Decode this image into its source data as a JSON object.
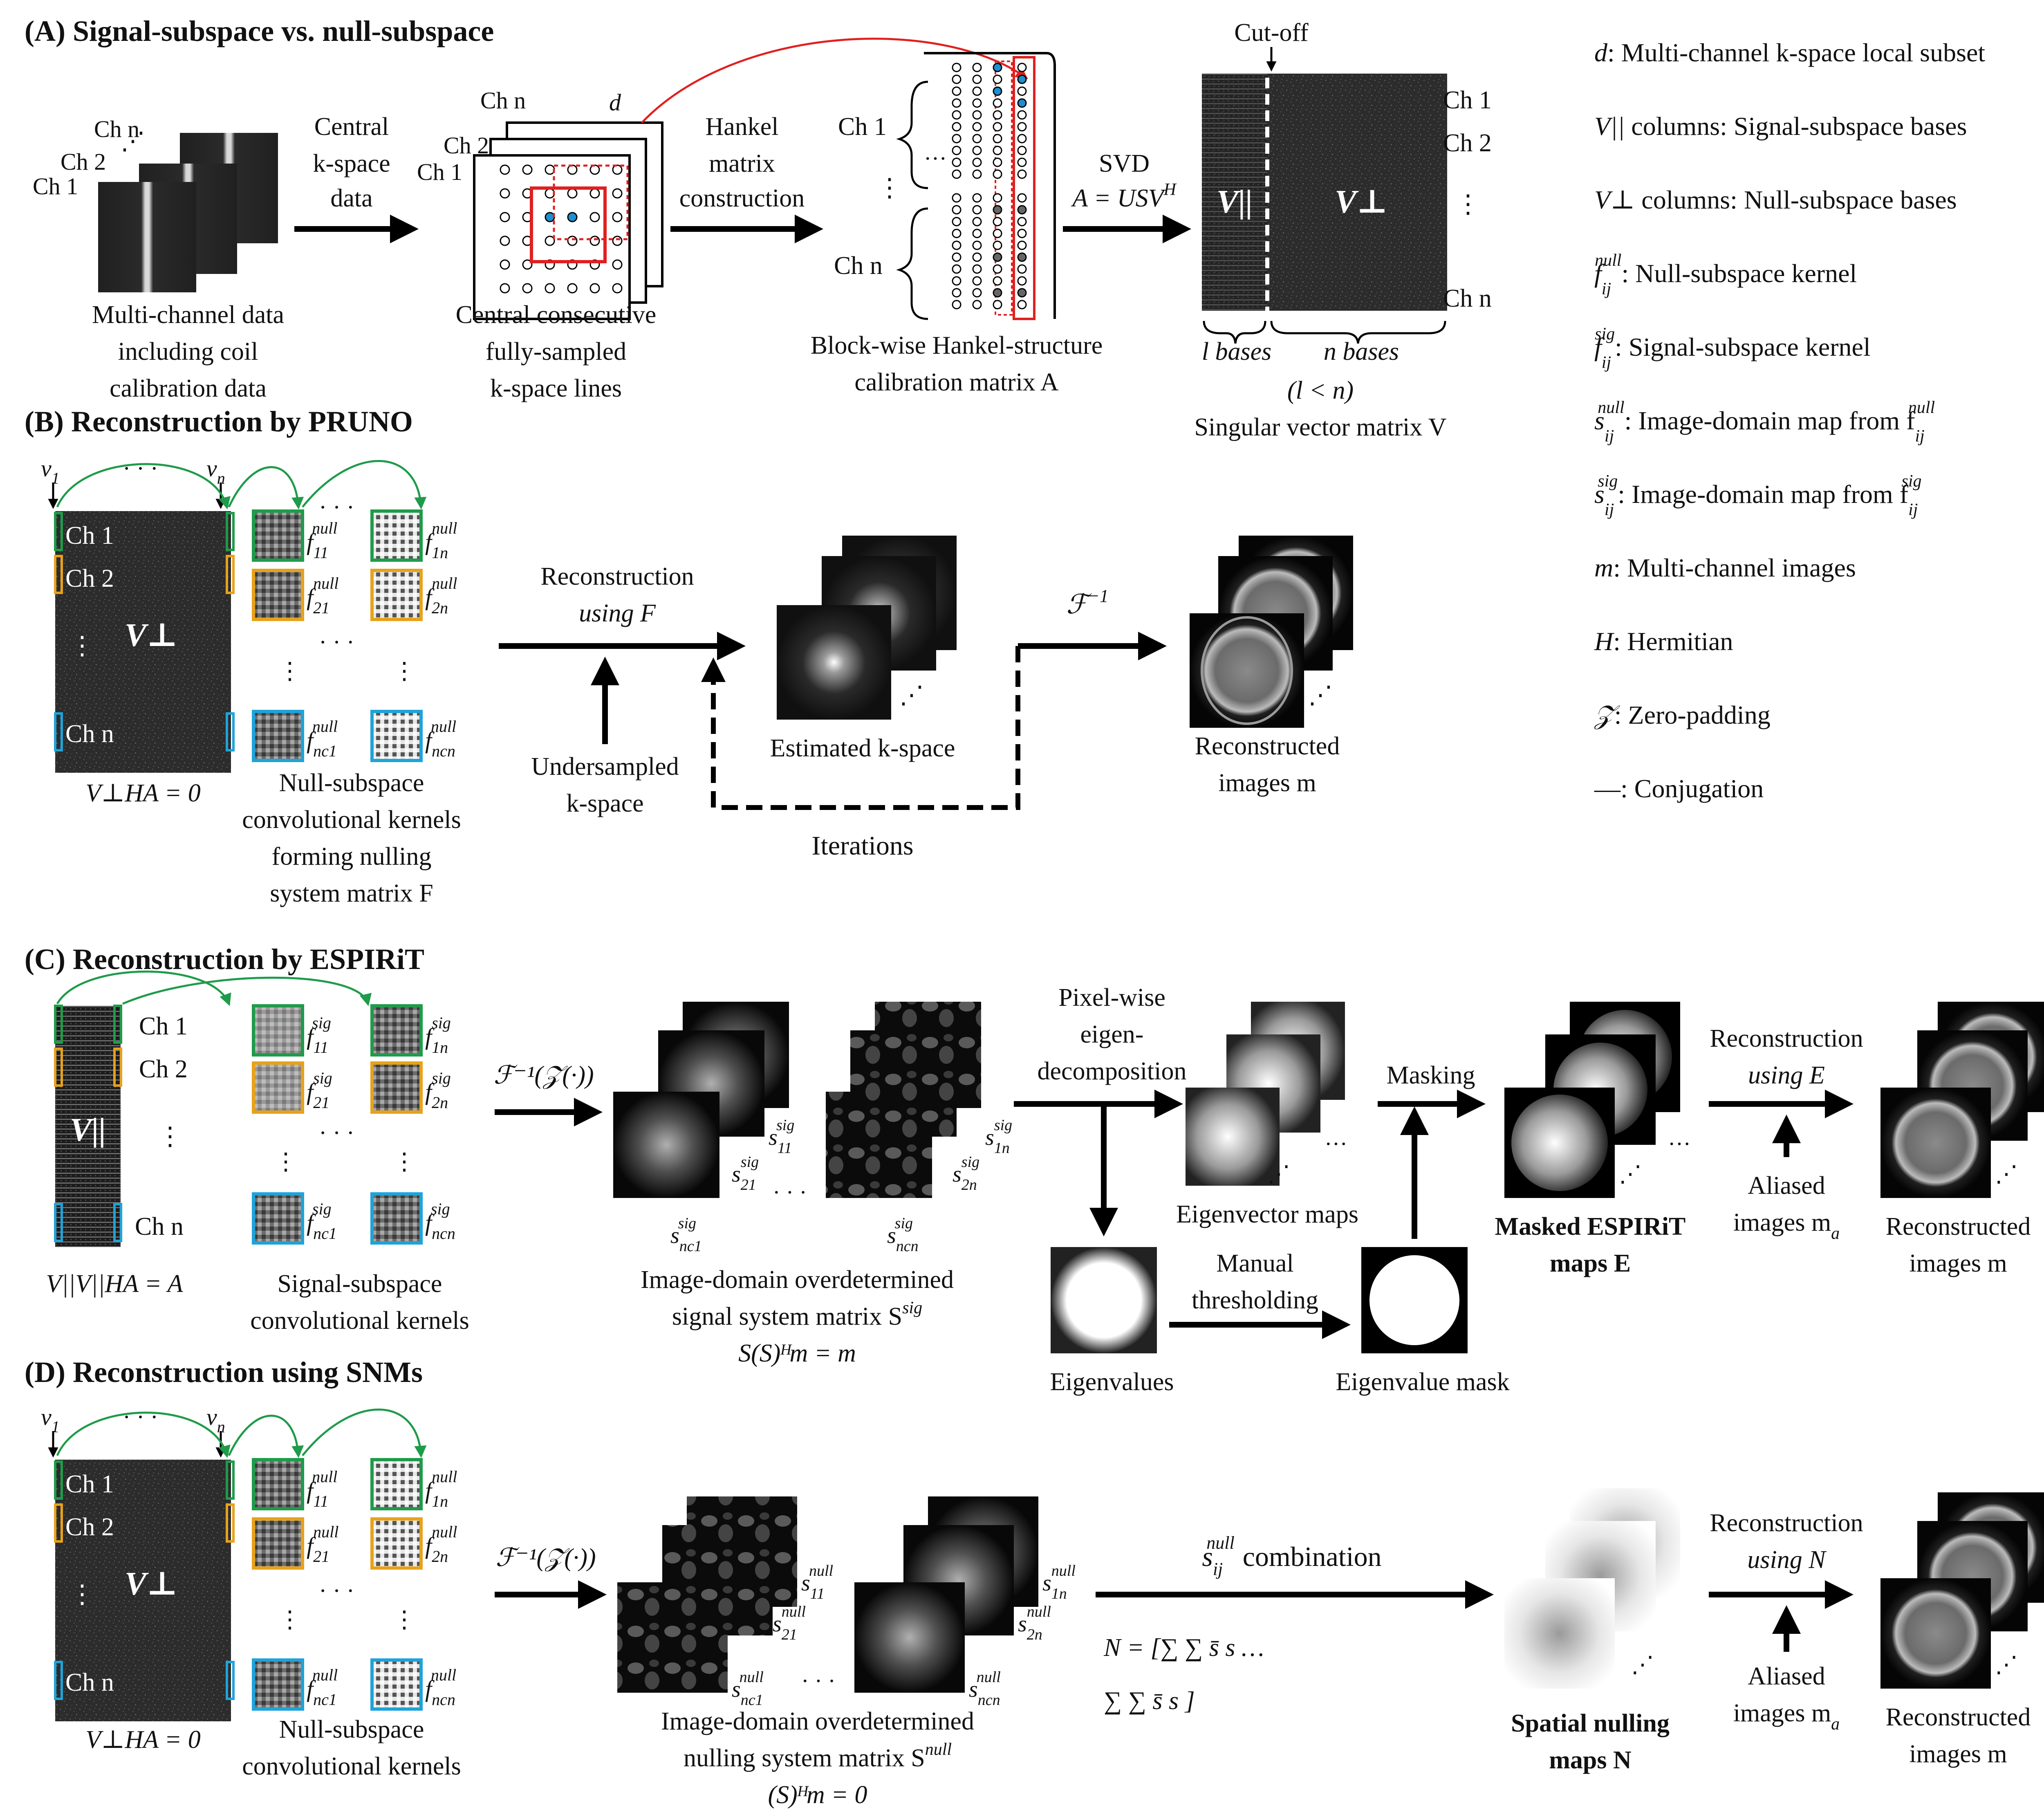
{
  "sections": {
    "A": {
      "title": "(A) Signal-subspace vs. null-subspace",
      "ch1": "Ch 1",
      "ch2": "Ch 2",
      "chn": "Ch n",
      "step1_label": [
        "Central",
        "k-space",
        "data"
      ],
      "caption1": [
        "Multi-channel data",
        "including coil",
        "calibration data"
      ],
      "d_label": "d",
      "step2_label": [
        "Hankel",
        "matrix",
        "construction"
      ],
      "caption2": [
        "Central consecutive",
        "fully-sampled",
        "k-space lines"
      ],
      "step3_label": [
        "SVD",
        "A = USV"
      ],
      "caption3": [
        "Block-wise Hankel-structure",
        "calibration matrix A"
      ],
      "cutoff": "Cut-off",
      "v_par": "V||",
      "v_perp": "V⊥",
      "l_bases": "l bases",
      "n_bases": "n bases",
      "l_lt_n": "(l < n)",
      "caption4": "Singular vector matrix V"
    },
    "B": {
      "title": "(B) Reconstruction by PRUNO",
      "v1": "v",
      "vn": "v",
      "v_perp": "V⊥",
      "eq": "V⊥HA = 0",
      "kernels_caption": [
        "Null-subspace",
        "convolutional kernels",
        "forming nulling",
        "system matrix F"
      ],
      "recon_label": [
        "Reconstruction",
        "using F"
      ],
      "undersampled": [
        "Undersampled",
        "k-space"
      ],
      "iterations": "Iterations",
      "estimated": "Estimated k-space",
      "finv": "ℱ",
      "reconstructed": [
        "Reconstructed",
        "images m"
      ]
    },
    "C": {
      "title": "(C) Reconstruction by ESPIRiT",
      "v_par": "V||",
      "eq": "V||V||HA = A",
      "kernels_caption": [
        "Signal-subspace",
        "convolutional kernels"
      ],
      "finv_z": "ℱ⁻¹(𝒵(·))",
      "matrix_caption": [
        "Image-domain overdetermined",
        "signal system matrix S",
        "S(S)ᴴm = m"
      ],
      "eigen_label": [
        "Pixel-wise",
        "eigen-",
        "decomposition"
      ],
      "eigvec": "Eigenvector maps",
      "masking": "Masking",
      "eigenvalues": "Eigenvalues",
      "manual": [
        "Manual",
        "thresholding"
      ],
      "eigmask": "Eigenvalue mask",
      "masked": [
        "Masked ESPIRiT",
        "maps E"
      ],
      "recon_label": [
        "Reconstruction",
        "using E"
      ],
      "aliased": [
        "Aliased",
        "images m"
      ],
      "reconstructed": [
        "Reconstructed",
        "images m"
      ]
    },
    "D": {
      "title": "(D) Reconstruction using SNMs",
      "eq": "V⊥HA = 0",
      "kernels_caption": [
        "Null-subspace",
        "convolutional kernels"
      ],
      "finv_z": "ℱ⁻¹(𝒵(·))",
      "matrix_caption": [
        "Image-domain overdetermined",
        "nulling system matrix S",
        "(S)ᴴm = 0"
      ],
      "combination": "combination",
      "snm": [
        "Spatial nulling",
        "maps N"
      ],
      "recon_label": [
        "Reconstruction",
        "using N"
      ],
      "aliased": [
        "Aliased",
        "images m"
      ],
      "reconstructed": [
        "Reconstructed",
        "images m"
      ]
    }
  },
  "legend": [
    {
      "sym": "d",
      "text": ": Multi-channel k-space local subset"
    },
    {
      "sym": "V||",
      "text": " columns: Signal-subspace bases"
    },
    {
      "sym": "V⊥",
      "text": " columns: Null-subspace bases"
    },
    {
      "sym": "f",
      "text": ": Null-subspace kernel"
    },
    {
      "sym": "f",
      "text": ": Signal-subspace kernel"
    },
    {
      "sym": "s",
      "text": ": Image-domain map from f"
    },
    {
      "sym": "s",
      "text": ": Image-domain map from f"
    },
    {
      "sym": "m",
      "text": ": Multi-channel images"
    },
    {
      "sym": "H",
      "text": ": Hermitian"
    },
    {
      "sym": "𝒵",
      "text": ": Zero-padding"
    },
    {
      "sym": "—",
      "text": ": Conjugation"
    }
  ],
  "colors": {
    "green": "#1f9b4a",
    "orange": "#e7a21b",
    "blue": "#1fa3d9",
    "red": "#e02020",
    "dot_blue": "#1e8fd0"
  }
}
